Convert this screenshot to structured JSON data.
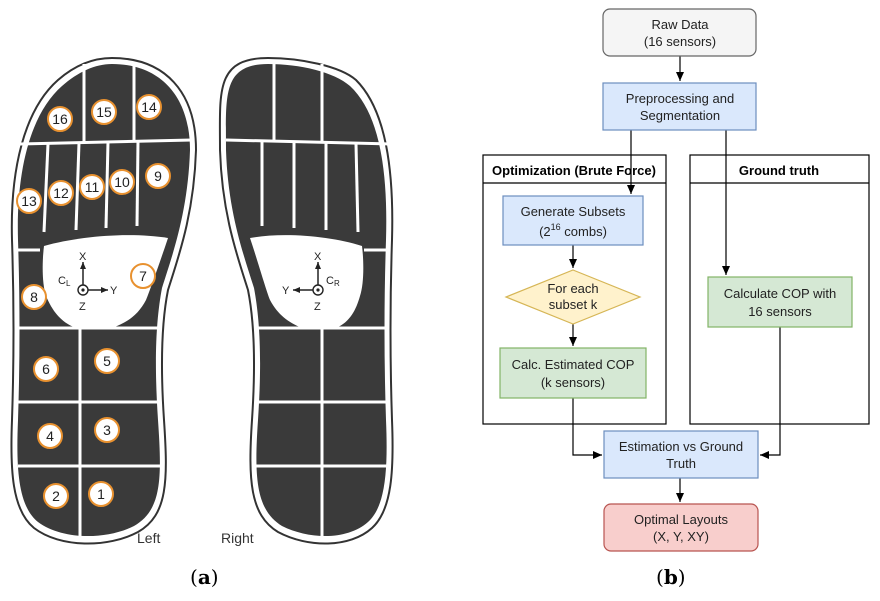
{
  "panel_a": {
    "caption_open": "(",
    "caption_letter": "a",
    "caption_close": ")",
    "left_label": "Left",
    "right_label": "Right",
    "left_frame": {
      "x": "X",
      "y": "Y",
      "z": "Z",
      "c": "C",
      "c_sub": "L"
    },
    "right_frame": {
      "x": "X",
      "y": "Y",
      "z": "Z",
      "c": "C",
      "c_sub": "R"
    },
    "sensors": [
      "16",
      "15",
      "14",
      "13",
      "12",
      "11",
      "10",
      "9",
      "8",
      "7",
      "6",
      "5",
      "4",
      "3",
      "2",
      "1"
    ]
  },
  "panel_b": {
    "caption_open": "(",
    "caption_letter": "b",
    "caption_close": ")",
    "raw_data": [
      "Raw Data",
      "(16 sensors)"
    ],
    "preprocessing": [
      "Preprocessing and",
      "Segmentation"
    ],
    "optimization_title": "Optimization (Brute Force)",
    "ground_truth_title": "Ground truth",
    "generate_subsets": [
      "Generate Subsets",
      "(2",
      "16",
      " combs)"
    ],
    "for_each": [
      "For each",
      "subset k"
    ],
    "calc_estimated": [
      "Calc. Estimated COP",
      "(k sensors)"
    ],
    "calculate_cop": [
      "Calculate COP with",
      "16 sensors"
    ],
    "estimation": [
      "Estimation vs Ground",
      "Truth"
    ],
    "optimal": [
      "Optimal Layouts",
      "(X, Y, XY)"
    ],
    "colors": {
      "raw_fill": "#f5f5f5",
      "raw_stroke": "#666666",
      "blue_fill": "#dae8fc",
      "blue_stroke": "#6c8ebf",
      "green_fill": "#d5e8d4",
      "green_stroke": "#82b366",
      "yellow_fill": "#fff2cc",
      "yellow_stroke": "#d6b656",
      "red_fill": "#f8cecc",
      "red_stroke": "#b85450"
    }
  }
}
